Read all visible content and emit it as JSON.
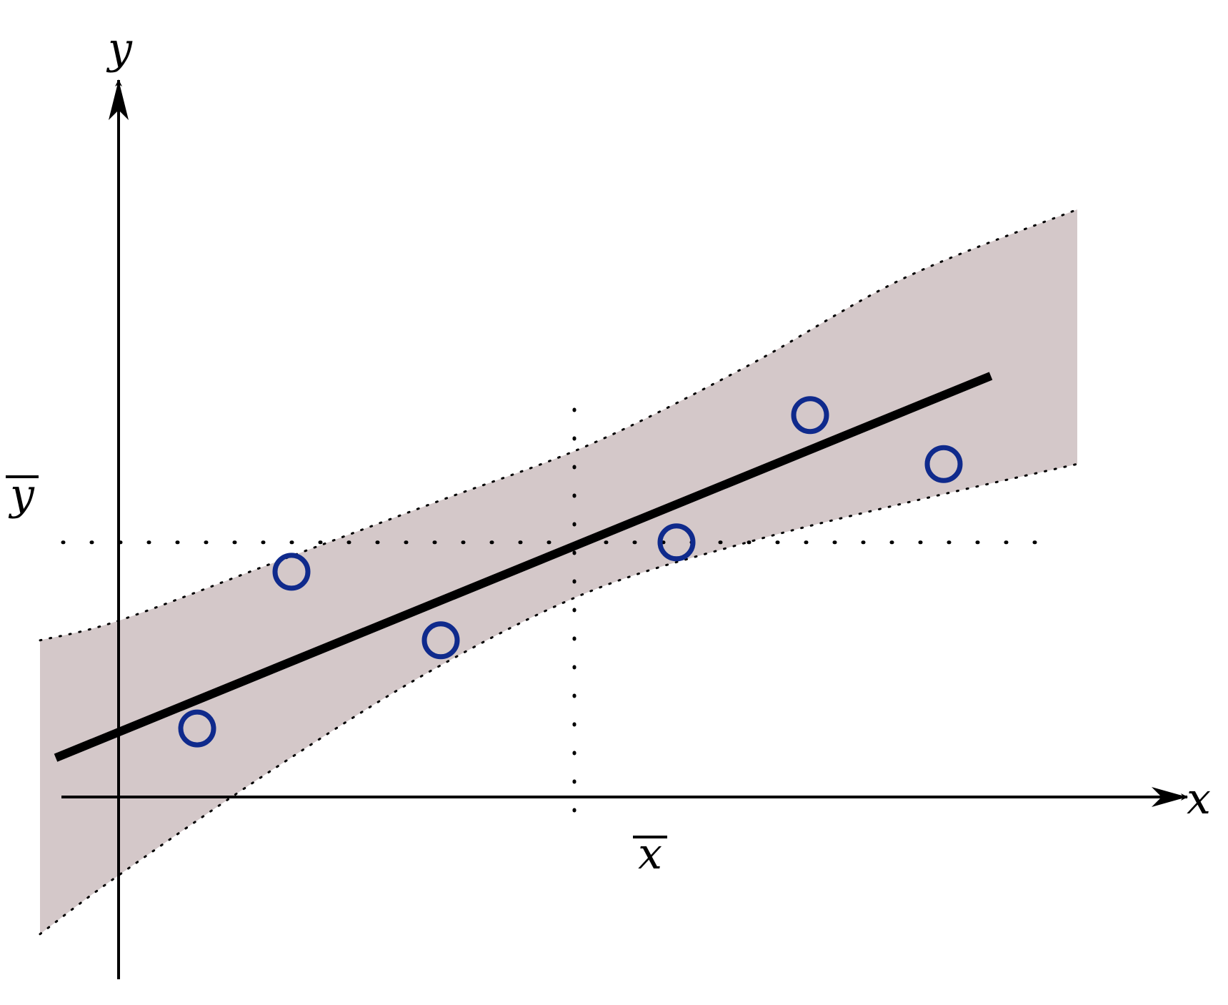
{
  "chart_data": {
    "type": "scatter",
    "title": "",
    "xlabel": "x",
    "ylabel": "y",
    "x_mean_label": "x",
    "y_mean_label": "y",
    "xlim": [
      -1.0,
      12.5
    ],
    "ylim": [
      -1.4,
      7.0
    ],
    "grid": false,
    "legend": "none",
    "colors": {
      "points": "#0f2a8c",
      "band": "#d4c8c9",
      "line": "#000000",
      "axes": "#000000"
    },
    "series": [
      {
        "values": [
          {
            "x": 1.0,
            "y": 0.7
          },
          {
            "x": 2.2,
            "y": 2.3
          },
          {
            "x": 4.1,
            "y": 1.6
          },
          {
            "x": 7.1,
            "y": 2.6
          },
          {
            "x": 8.8,
            "y": 3.9
          },
          {
            "x": 10.5,
            "y": 3.4
          }
        ]
      }
    ],
    "fit_line": [
      {
        "x": -0.8,
        "y": 0.4
      },
      {
        "x": 11.1,
        "y": 4.3
      }
    ],
    "x_mean": 5.8,
    "y_mean": 2.6,
    "confidence_band": {
      "x": [
        -1.0,
        0.0,
        2.0,
        4.0,
        6.0,
        8.0,
        10.0,
        12.2
      ],
      "upper": [
        1.6,
        1.8,
        2.4,
        3.0,
        3.6,
        4.4,
        5.3,
        6.0
      ],
      "lower": [
        -1.4,
        -0.8,
        0.3,
        1.3,
        2.1,
        2.6,
        3.0,
        3.4
      ]
    }
  }
}
